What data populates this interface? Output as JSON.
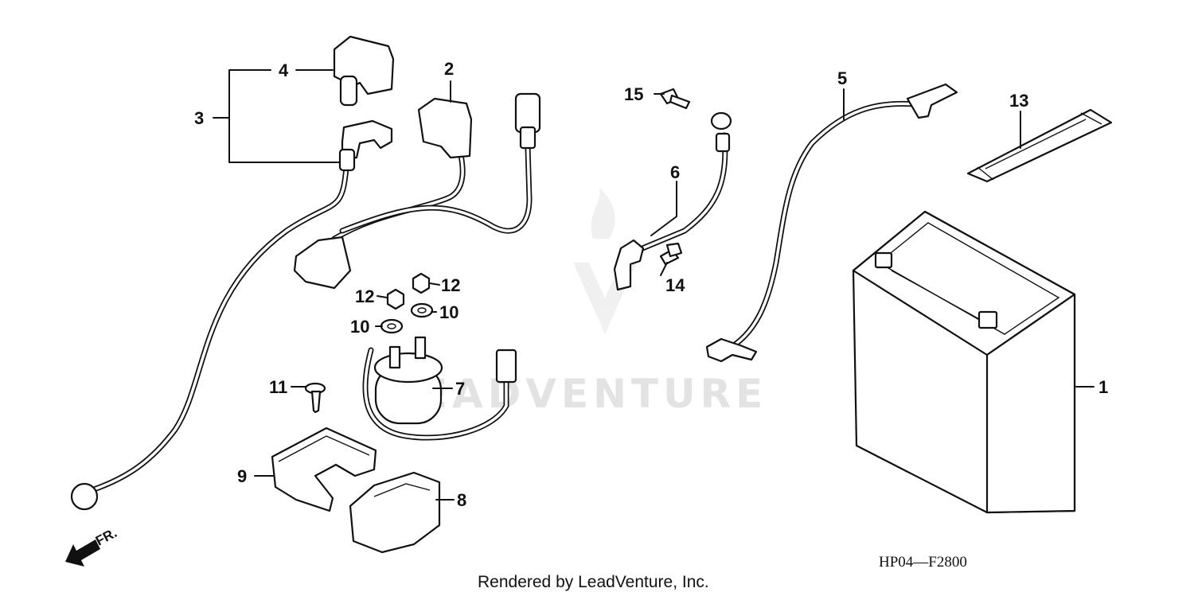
{
  "diagram": {
    "callouts": [
      {
        "id": "1",
        "label": "1"
      },
      {
        "id": "2",
        "label": "2"
      },
      {
        "id": "3",
        "label": "3"
      },
      {
        "id": "4",
        "label": "4"
      },
      {
        "id": "5",
        "label": "5"
      },
      {
        "id": "6",
        "label": "6"
      },
      {
        "id": "7",
        "label": "7"
      },
      {
        "id": "8",
        "label": "8"
      },
      {
        "id": "9",
        "label": "9"
      },
      {
        "id": "10a",
        "label": "10"
      },
      {
        "id": "10b",
        "label": "10"
      },
      {
        "id": "11",
        "label": "11"
      },
      {
        "id": "12a",
        "label": "12"
      },
      {
        "id": "12b",
        "label": "12"
      },
      {
        "id": "13",
        "label": "13"
      },
      {
        "id": "14",
        "label": "14"
      },
      {
        "id": "15",
        "label": "15"
      }
    ],
    "direction_label": "FR.",
    "diagram_code": "HP04—F2800",
    "credit": "Rendered by LeadVenture, Inc.",
    "watermark": "LEADVENTURE"
  }
}
